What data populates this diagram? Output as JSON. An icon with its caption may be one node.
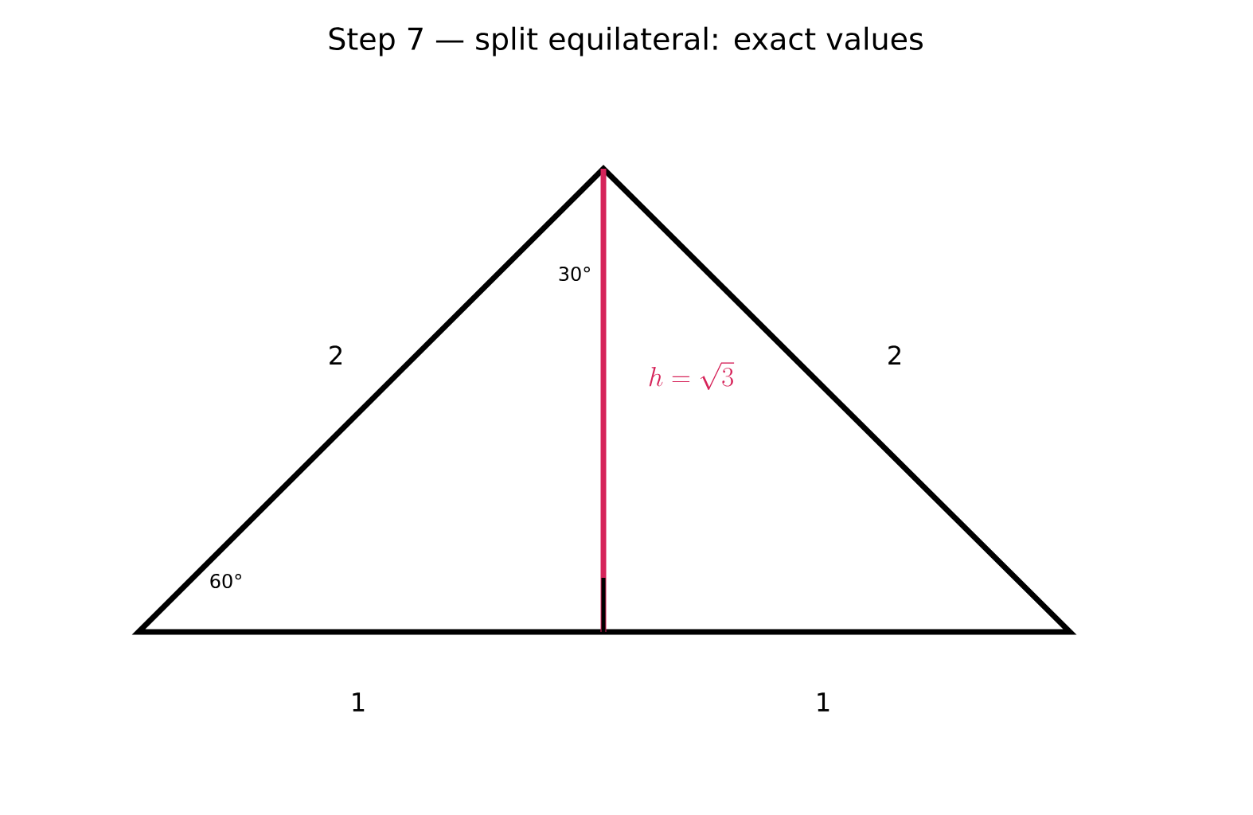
{
  "diagram": {
    "title": "Step 7 — split equilateral: exact values",
    "labels": [
      "30°",
      "2",
      "2",
      "h = \\sqrt{3}",
      "60°",
      "1",
      "1"
    ]
  }
}
